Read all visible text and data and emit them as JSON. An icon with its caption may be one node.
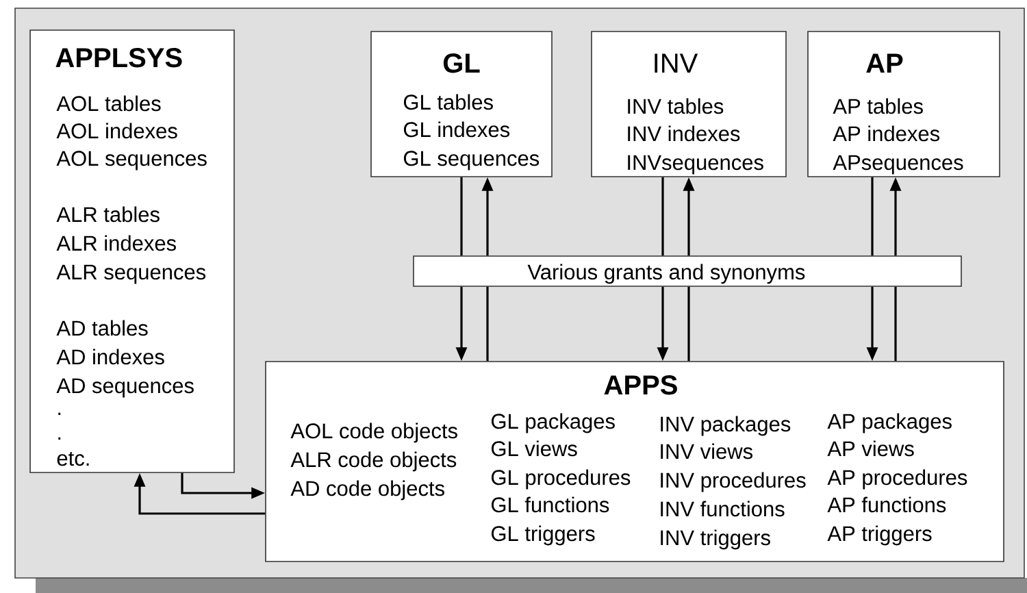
{
  "diagram": {
    "nodes": [
      {
        "text": [
          "APPLSYS",
          "AOL tables",
          "AOL indexes",
          "AOL sequences",
          "ALR tables",
          "ALR indexes",
          "ALR sequences",
          "AD tables",
          "AD indexes",
          "AD sequences",
          ".",
          ".",
          "etc."
        ]
      },
      {
        "text": [
          "GL",
          "GL tables",
          "GL indexes",
          "GL sequences"
        ]
      },
      {
        "text": [
          "INV",
          "INV tables",
          "INV indexes",
          "INVsequences"
        ]
      },
      {
        "text": [
          "AP",
          "AP tables",
          "AP indexes",
          "APsequences"
        ]
      },
      {
        "text": [
          "Various grants and synonyms"
        ]
      },
      {
        "text": [
          "APPS",
          "AOL code objects",
          "ALR code objects",
          "AD code objects",
          "GL packages",
          "GL views",
          "GL procedures",
          "GL functions",
          "GL triggers",
          "INV packages",
          "INV views",
          "INV procedures",
          "INV functions",
          "INV triggers",
          "AP packages",
          "AP views",
          "AP procedures",
          "AP functions",
          "AP triggers"
        ]
      }
    ],
    "edges": [
      {
        "from": 1,
        "to": 4,
        "arrow": "none"
      },
      {
        "from": 4,
        "to": 5,
        "arrow": "to"
      },
      {
        "from": 5,
        "to": 4,
        "arrow": "none"
      },
      {
        "from": 4,
        "to": 1,
        "arrow": "to"
      },
      {
        "from": 2,
        "to": 4,
        "arrow": "none"
      },
      {
        "from": 4,
        "to": 5,
        "arrow": "to"
      },
      {
        "from": 5,
        "to": 4,
        "arrow": "none"
      },
      {
        "from": 4,
        "to": 2,
        "arrow": "to"
      },
      {
        "from": 3,
        "to": 4,
        "arrow": "none"
      },
      {
        "from": 4,
        "to": 5,
        "arrow": "to"
      },
      {
        "from": 5,
        "to": 4,
        "arrow": "none"
      },
      {
        "from": 4,
        "to": 3,
        "arrow": "to"
      },
      {
        "from": 0,
        "to": 5,
        "arrow": "to"
      },
      {
        "from": 5,
        "to": 0,
        "arrow": "to"
      }
    ]
  }
}
